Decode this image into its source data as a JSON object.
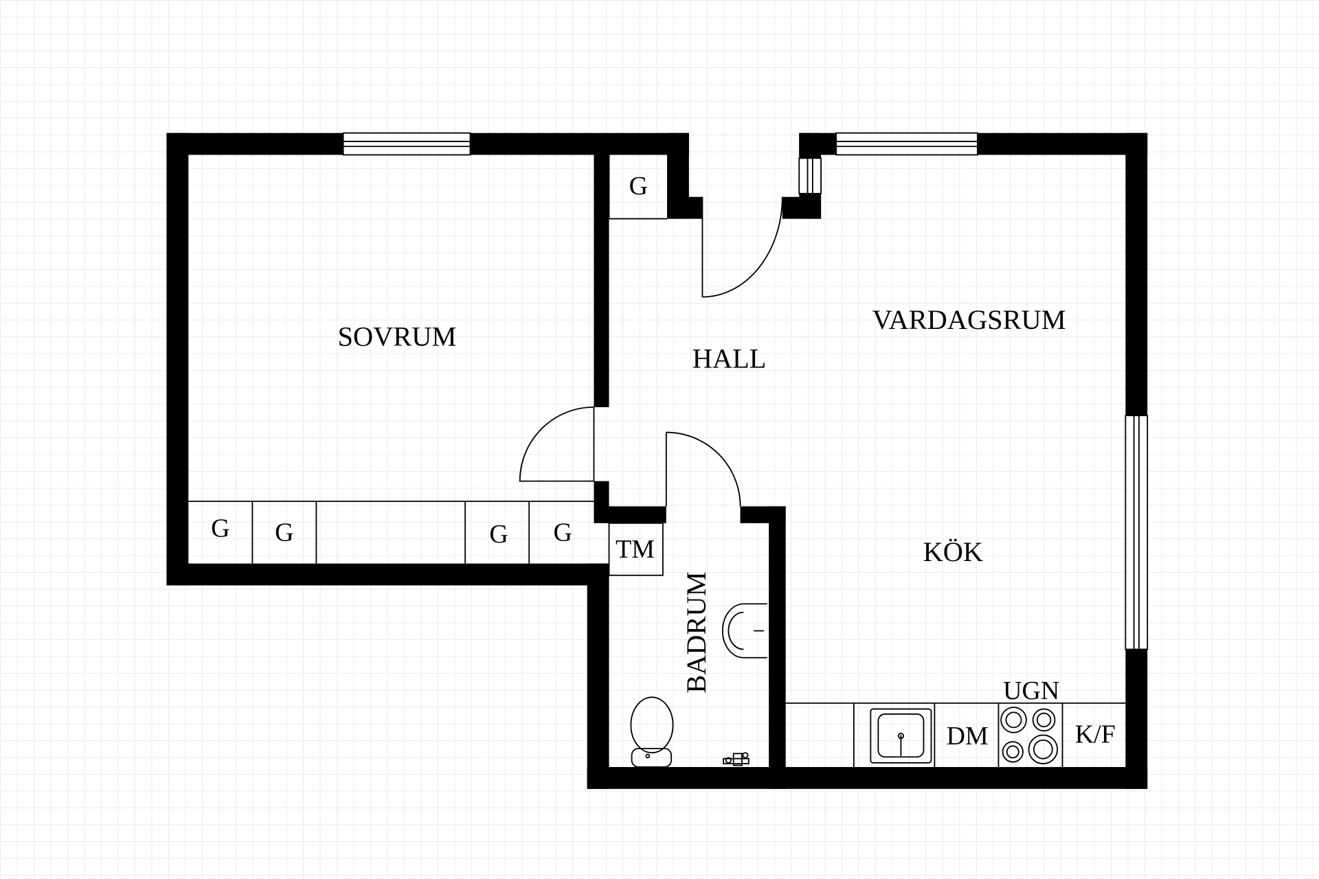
{
  "rooms": {
    "sovrum": "SOVRUM",
    "hall": "HALL",
    "vardagsrum": "VARDAGSRUM",
    "kok": "KÖK",
    "badrum": "BADRUM"
  },
  "fixtures": {
    "g": "G",
    "tm": "TM",
    "ugn": "UGN",
    "dm": "DM",
    "kf": "K/F"
  }
}
